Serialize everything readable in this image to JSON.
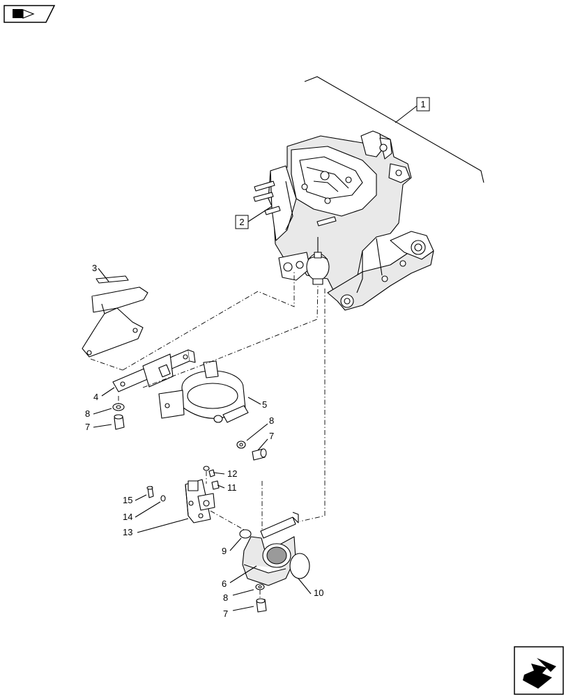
{
  "labels": {
    "l1": "1",
    "l2": "2",
    "l3": "3",
    "l4": "4",
    "l5": "5",
    "l6": "6",
    "l7a": "7",
    "l7b": "7",
    "l7c": "7",
    "l8a": "8",
    "l8b": "8",
    "l8c": "8",
    "l9": "9",
    "l10": "10",
    "l11": "11",
    "l12": "12",
    "l13": "13",
    "l14": "14",
    "l15": "15"
  },
  "icons": {
    "top_left": "book-arrow-icon",
    "bottom_right": "next-page-arrow-icon"
  }
}
